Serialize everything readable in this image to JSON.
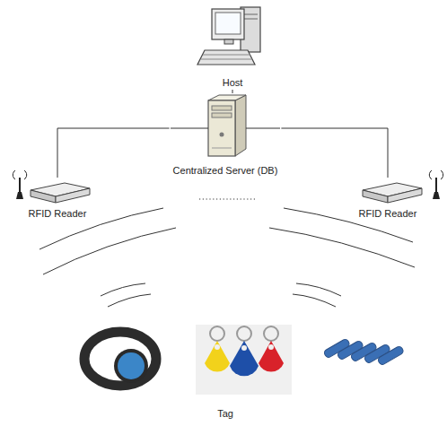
{
  "diagram": {
    "nodes": [
      {
        "text": [
          "Host"
        ]
      },
      {
        "text": [
          "Centralized Server (DB)"
        ]
      },
      {
        "text": [
          "RFID Reader"
        ]
      },
      {
        "text": [
          "RFID Reader"
        ]
      }
    ],
    "edges": [
      {
        "from": 0,
        "to": 1,
        "arrow": "none"
      },
      {
        "from": 1,
        "to": 2,
        "arrow": "none"
      },
      {
        "from": 1,
        "to": 3,
        "arrow": "none"
      }
    ],
    "labels": [
      "Tag"
    ]
  }
}
